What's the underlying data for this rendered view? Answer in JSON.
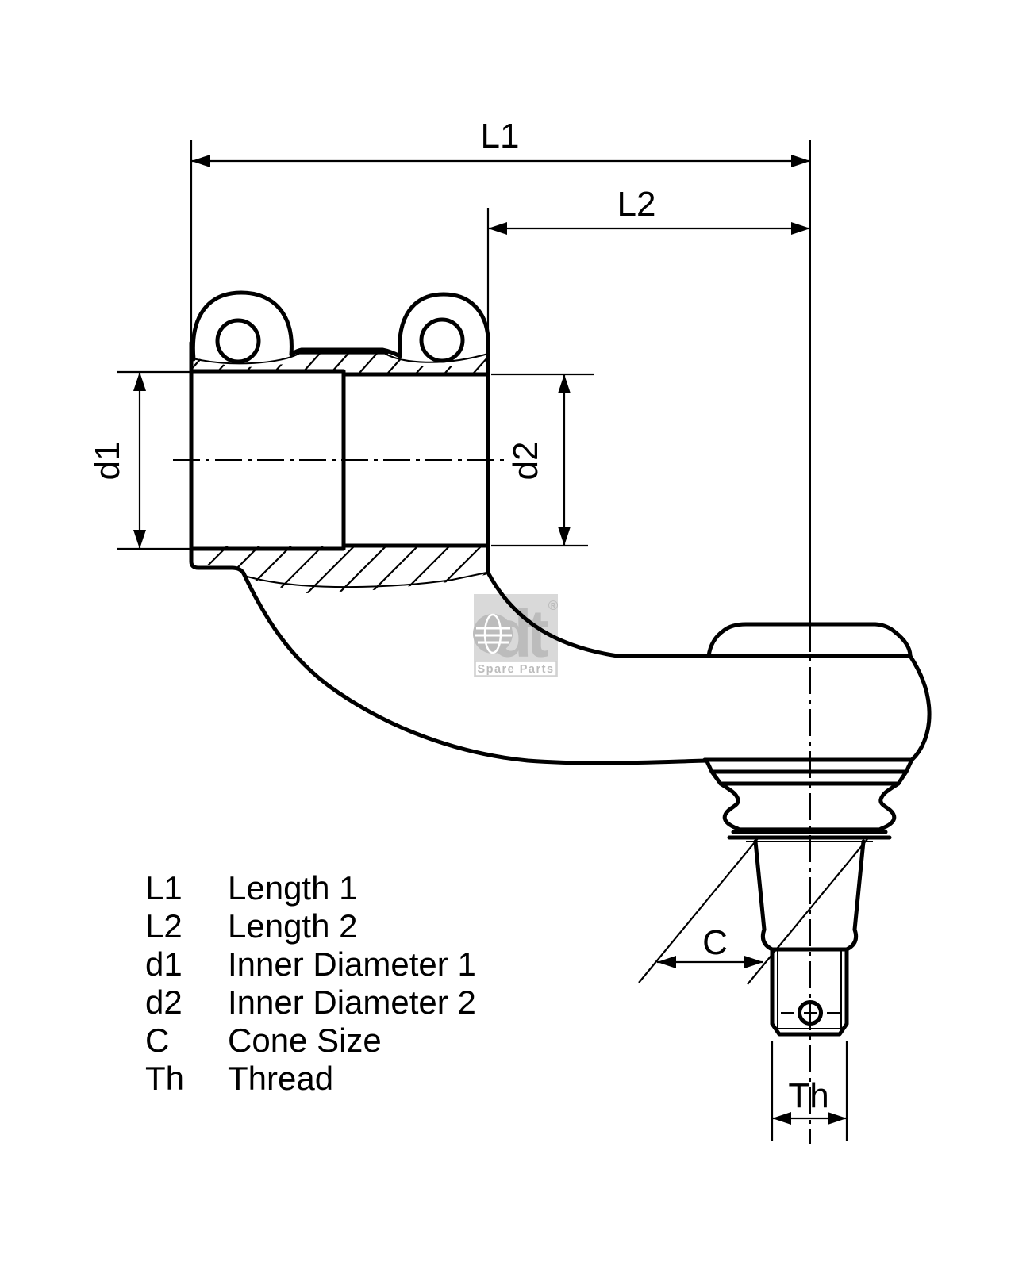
{
  "drawing": {
    "title": "tie rod end technical drawing",
    "labels": {
      "l1": "L1",
      "l2": "L2",
      "d1": "d1",
      "d2": "d2",
      "c": "C",
      "th": "Th"
    }
  },
  "legend": {
    "items": [
      {
        "code": "L1",
        "label": "Length 1"
      },
      {
        "code": "L2",
        "label": "Length 2"
      },
      {
        "code": "d1",
        "label": "Inner Diameter 1"
      },
      {
        "code": "d2",
        "label": "Inner Diameter 2"
      },
      {
        "code": "C",
        "label": "Cone Size"
      },
      {
        "code": "Th",
        "label": "Thread"
      }
    ]
  },
  "watermark": {
    "monogram": "dt",
    "registered": "®",
    "caption": "Spare Parts"
  },
  "colors": {
    "line": "#000000",
    "background": "#ffffff",
    "watermark_gray": "#bcbcbc"
  }
}
